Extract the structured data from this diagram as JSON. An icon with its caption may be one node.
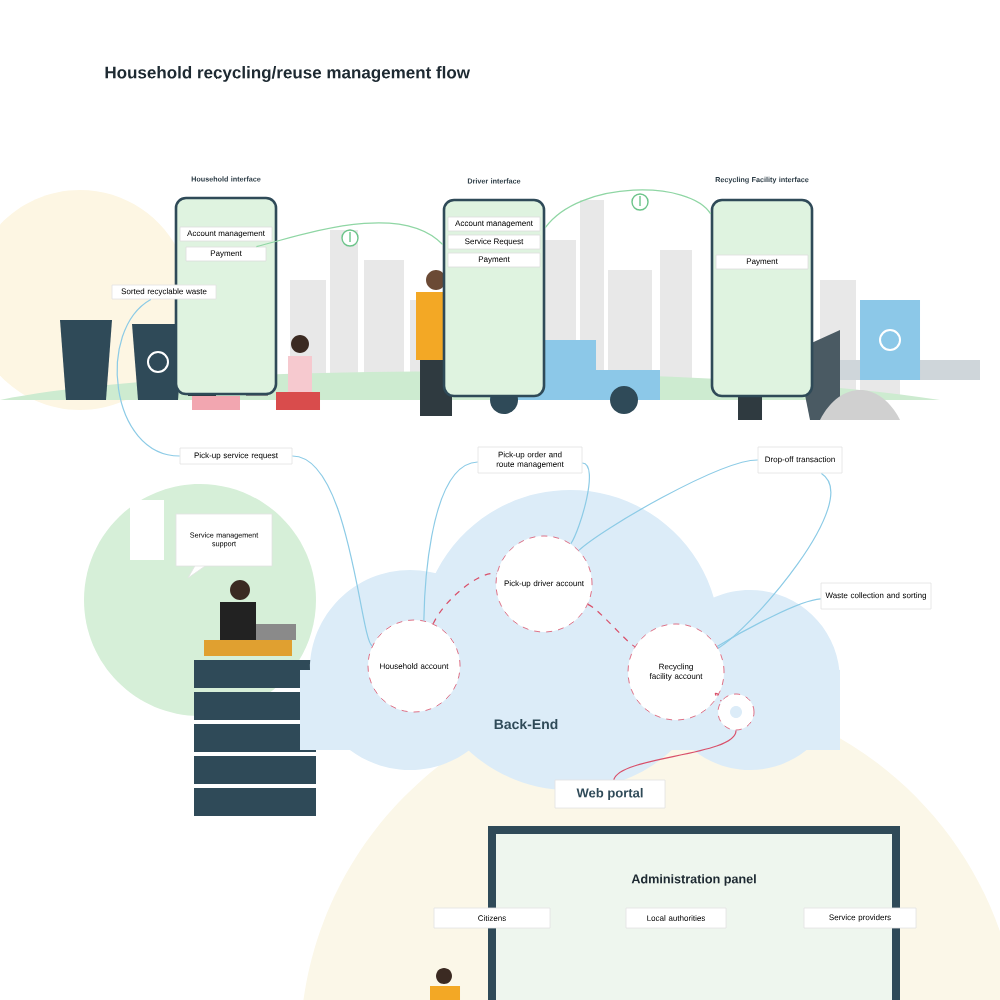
{
  "diagram": {
    "title": "Household recycling/reuse management flow",
    "nodes": [
      {
        "text": [
          "Household interface"
        ]
      },
      {
        "text": [
          "Account management"
        ],
        "in": 0
      },
      {
        "text": [
          "Payment"
        ],
        "in": 0
      },
      {
        "text": [
          "Driver interface"
        ]
      },
      {
        "text": [
          "Account management"
        ],
        "in": 3
      },
      {
        "text": [
          "Service Request"
        ],
        "in": 3
      },
      {
        "text": [
          "Payment"
        ],
        "in": 3
      },
      {
        "text": [
          "Recycling Facility interface"
        ]
      },
      {
        "text": [
          "Payment"
        ],
        "in": 7
      },
      {
        "text": [
          "Sorted recyclable waste"
        ]
      },
      {
        "text": [
          "Pick-up service request"
        ]
      },
      {
        "text": [
          "Pick-up order and route management"
        ]
      },
      {
        "text": [
          "Drop-off transaction"
        ]
      },
      {
        "text": [
          "Waste collection and sorting"
        ]
      },
      {
        "text": [
          "Service management support"
        ]
      },
      {
        "text": [
          "Back-End"
        ]
      },
      {
        "text": [
          "Household account"
        ],
        "in": 15
      },
      {
        "text": [
          "Pick-up driver account"
        ],
        "in": 15
      },
      {
        "text": [
          "Recycling facility account"
        ],
        "in": 15
      },
      {
        "text": [],
        "shape": "circle",
        "in": 15
      },
      {
        "text": [
          "Web portal"
        ]
      },
      {
        "text": [
          "Administration panel"
        ]
      },
      {
        "text": [
          "Citizens"
        ]
      },
      {
        "text": [
          "Local authorities"
        ],
        "in": 21
      },
      {
        "text": [
          "Service providers"
        ]
      }
    ],
    "edges": [
      {
        "from": 2,
        "to": 3,
        "arrow": "none",
        "color": "#8fd6a4"
      },
      {
        "from": 3,
        "to": 7,
        "arrow": "none",
        "color": "#8fd6a4"
      },
      {
        "from": 9,
        "to": 10,
        "arrow": "none"
      },
      {
        "from": 10,
        "to": 16,
        "arrow": "none"
      },
      {
        "from": 11,
        "to": 16,
        "arrow": "none"
      },
      {
        "from": 11,
        "to": 17,
        "arrow": "none"
      },
      {
        "from": 12,
        "to": 17,
        "arrow": "none"
      },
      {
        "from": 12,
        "to": 18,
        "arrow": "none"
      },
      {
        "from": 13,
        "to": 18,
        "arrow": "none"
      },
      {
        "from": 16,
        "to": 17,
        "arrow": "none",
        "style": "dashed",
        "color": "#d9506a"
      },
      {
        "from": 17,
        "to": 18,
        "arrow": "none",
        "style": "dashed",
        "color": "#d9506a"
      },
      {
        "from": 18,
        "to": 19,
        "arrow": "none",
        "style": "dashed",
        "color": "#d9506a"
      },
      {
        "from": 19,
        "to": 20,
        "arrow": "none",
        "color": "#d9506a"
      }
    ]
  }
}
